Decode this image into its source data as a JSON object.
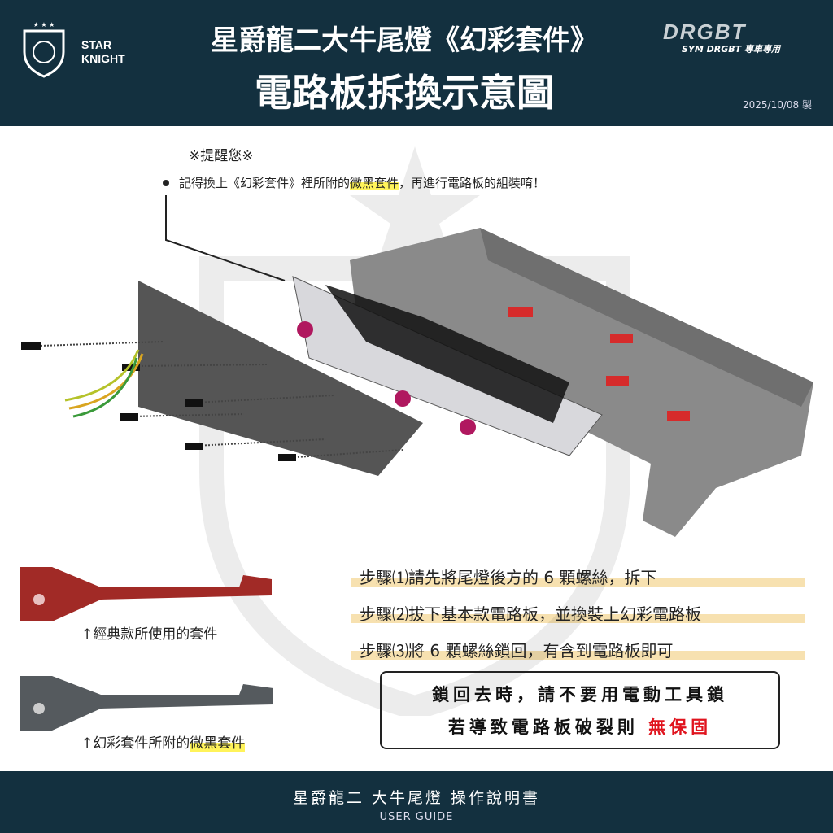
{
  "header": {
    "brand_line1": "STAR",
    "brand_line2": "KNIGHT",
    "title_line1": "星爵龍二大牛尾燈《幻彩套件》",
    "title_line2": "電路板拆換示意圖",
    "partner_logo": "DRGBT",
    "partner_sub": "SYM DRGBT 專車專用",
    "date": "2025/10/08 製"
  },
  "reminder": {
    "heading": "※提醒您※",
    "text_before": "記得換上《幻彩套件》裡所附的",
    "text_highlight": "微黑套件",
    "text_after": "，再進行電路板的組裝唷！"
  },
  "steps": [
    "步驟⑴請先將尾燈後方的 6 顆螺絲，拆下",
    "步驟⑵拔下基本款電路板，並換裝上幻彩電路板",
    "步驟⑶將 6 顆螺絲鎖回，有含到電路板即可"
  ],
  "warning": {
    "line1": "鎖回去時，請不要用電動工具鎖",
    "line2_before": "若導致電路板破裂則 ",
    "line2_red": "無保固"
  },
  "kits": [
    {
      "label": "↑經典款所使用的套件",
      "color": "#a12a26"
    },
    {
      "label_before": "↑幻彩套件所附的",
      "label_highlight": "微黑套件",
      "color": "#555a5e"
    }
  ],
  "footer": {
    "title": "星爵龍二 大牛尾燈 操作說明書",
    "subtitle": "USER GUIDE"
  },
  "colors": {
    "header_bg": "#13303f",
    "highlight": "#fff35a",
    "step_bar": "#f7e1b0",
    "warn_red": "#e0141e"
  }
}
